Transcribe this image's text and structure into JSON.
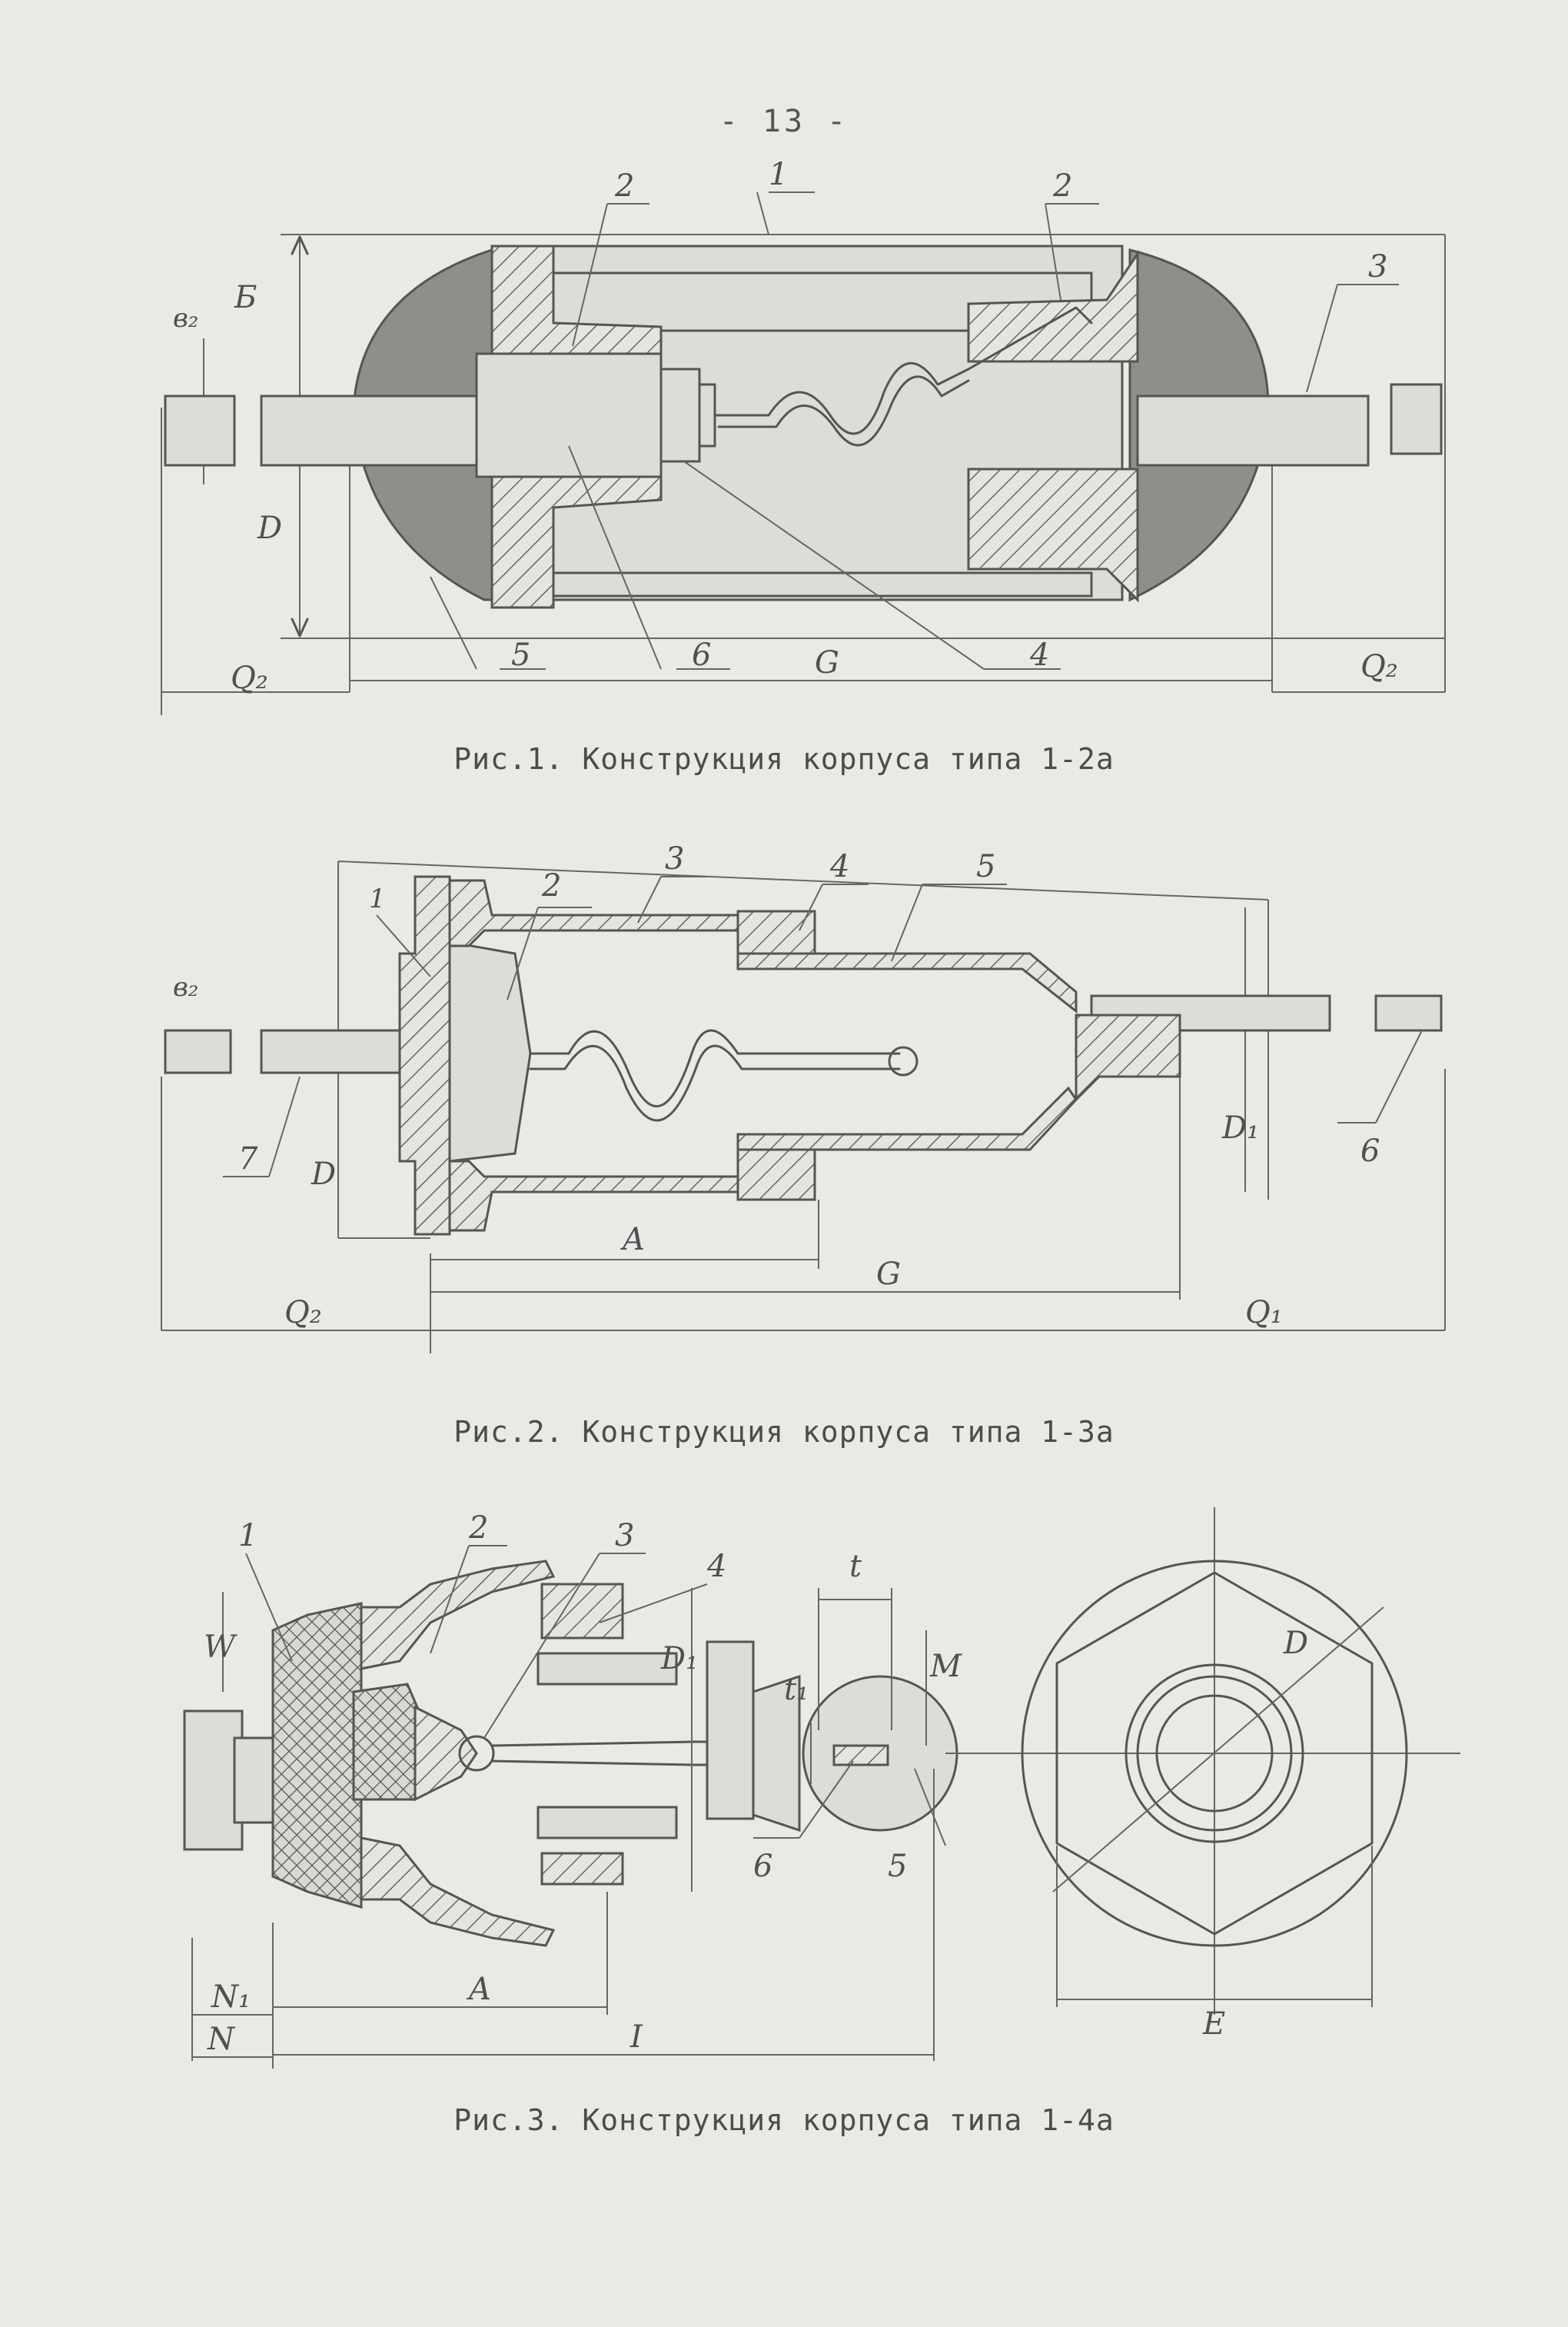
{
  "page_number": "- 13 -",
  "figures": [
    {
      "caption": "Рис.1. Конструкция корпуса типа 1-2а",
      "labels": {
        "part1": "1",
        "part2a": "2",
        "part2b": "2",
        "part3": "3",
        "part4": "4",
        "part5": "5",
        "part6": "6",
        "dim_b2": "в₂",
        "dim_b": "Б",
        "dim_d": "D",
        "dim_g": "G",
        "dim_q2_left": "Q₂",
        "dim_q2_right": "Q₂"
      }
    },
    {
      "caption": "Рис.2. Конструкция корпуса типа 1-3а",
      "labels": {
        "part1": "1",
        "part2": "2",
        "part3": "3",
        "part4": "4",
        "part5": "5",
        "part6": "6",
        "part7": "7",
        "dim_b2": "в₂",
        "dim_d": "D",
        "dim_d1": "D₁",
        "dim_a": "A",
        "dim_g": "G",
        "dim_q1": "Q₁",
        "dim_q2": "Q₂"
      }
    },
    {
      "caption": "Рис.3. Конструкция корпуса типа 1-4а",
      "labels": {
        "part1": "1",
        "part2": "2",
        "part3": "3",
        "part4": "4",
        "part5": "5",
        "part6": "6",
        "dim_w": "W",
        "dim_d1": "D₁",
        "dim_t": "t",
        "dim_t1": "t₁",
        "dim_m": "M",
        "dim_n1": "N₁",
        "dim_n": "N",
        "dim_a": "A",
        "dim_i": "I",
        "dim_d": "D",
        "dim_e": "E"
      }
    }
  ]
}
